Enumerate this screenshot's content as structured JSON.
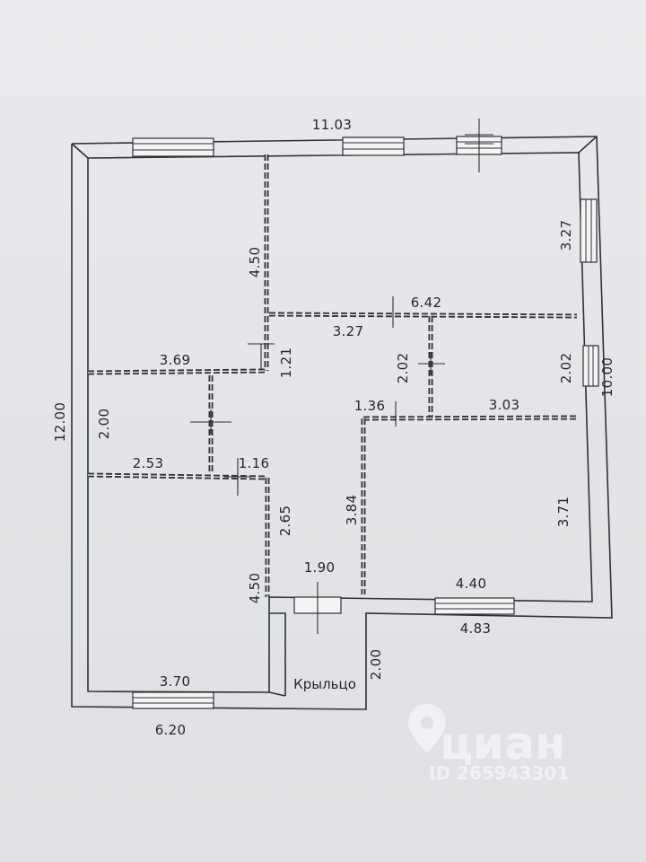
{
  "dimensions": {
    "top_width": "11.03",
    "left_height": "12.00",
    "right_height": "10.00",
    "room_top_left_height": "4.50",
    "room_top_right_height": "3.27",
    "center_wall_length": "6.42",
    "center_span": "3.27",
    "bath_width": "3.69",
    "hall_step": "1.21",
    "closet_height": "2.02",
    "right_small_height": "2.02",
    "center_offset": "1.36",
    "right_small_width": "3.03",
    "left_small_height": "2.00",
    "left_small_width": "2.53",
    "corridor_width": "1.16",
    "corridor_height": "2.65",
    "lower_right_height": "3.71",
    "hall_height": "3.84",
    "entrance_width": "1.90",
    "lower_right_width": "4.40",
    "lower_right_outer": "4.83",
    "bottom_left_height": "4.50",
    "bottom_left_width": "3.70",
    "bottom_left_outer": "6.20",
    "porch_depth": "2.00"
  },
  "labels": {
    "porch": "Крыльцо"
  },
  "watermark": {
    "brand": "циан",
    "listing_id": "ID 265943301",
    "icon": "location-pin-icon"
  },
  "colors": {
    "paper": "#e6e8eb",
    "ink": "#2b2d31"
  }
}
